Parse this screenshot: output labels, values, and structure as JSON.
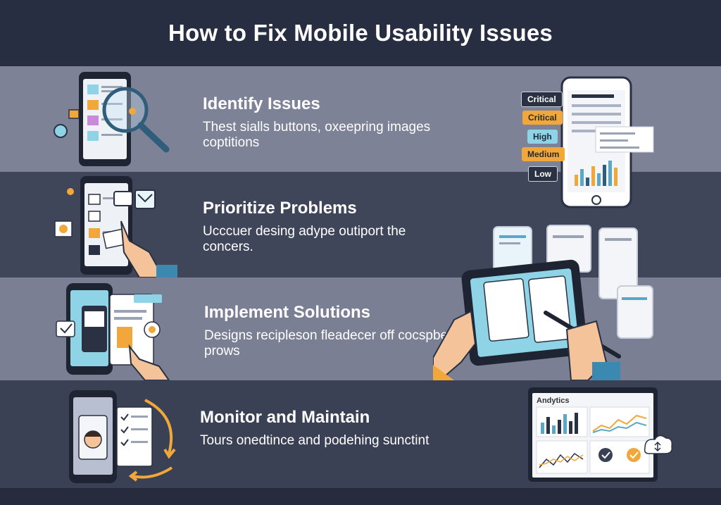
{
  "title": "How to Fix Mobile Usability Issues",
  "steps": [
    {
      "heading": "Identify Issues",
      "description": "Thest sialls buttons, oxeepring images coptitions"
    },
    {
      "heading": "Prioritize Problems",
      "description": "Ucccuer desing adype outiport the concers."
    },
    {
      "heading": "Implement Solutions",
      "description": "Designs recipleson fleadecer off cocspbed prows"
    },
    {
      "heading": "Monitor and Maintain",
      "description": "Tours onedtince and podehing sunctint"
    }
  ],
  "priority_tags": [
    "Critical",
    "Critical",
    "High",
    "Medium",
    "Low"
  ],
  "dashboard": {
    "title": "Andytics"
  },
  "colors": {
    "accent_orange": "#f2a73a",
    "accent_blue": "#5aa8c8",
    "band_light": "#7d8296",
    "band_dark": "#3f4659",
    "header_bg": "#272e42"
  },
  "icons": [
    "magnifier-icon",
    "hand-pointer-icon",
    "stylus-icon",
    "cloud-sync-icon",
    "checkmark-icon",
    "avatar-icon"
  ]
}
